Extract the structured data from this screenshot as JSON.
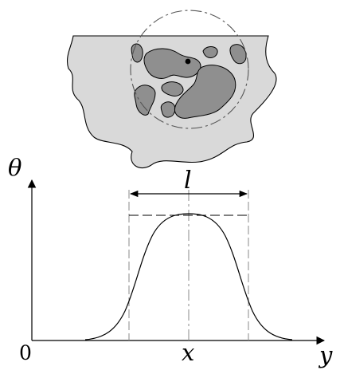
{
  "labels": {
    "theta_axis": "θ",
    "y_axis": "y",
    "origin": "0",
    "center": "x",
    "width": "l"
  },
  "colors": {
    "region_fill": "#d9d9d9",
    "blob_fill": "#8f8f8f",
    "stroke": "#000000",
    "dashed_circle": "#555555",
    "guide_line": "#8a8a8a"
  }
}
